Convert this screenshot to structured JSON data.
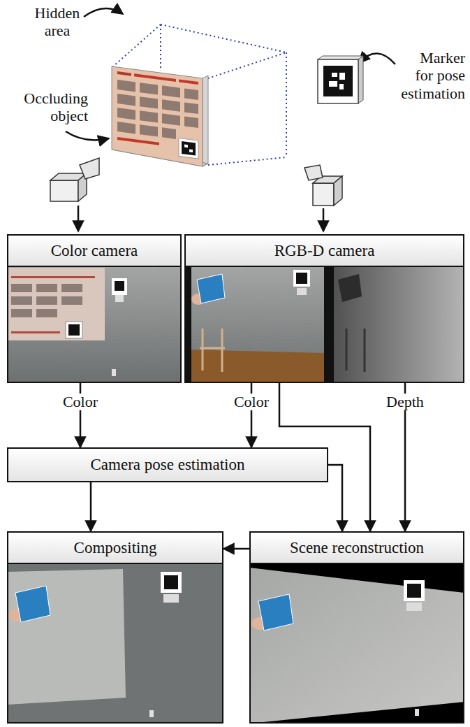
{
  "diagram": {
    "nodes": [
      {
        "text": [
          "Color camera"
        ]
      },
      {
        "text": [
          "RGB-D camera"
        ]
      },
      {
        "text": [
          "Camera pose estimation"
        ]
      },
      {
        "text": [
          "Compositing"
        ]
      },
      {
        "text": [
          "Scene reconstruction"
        ]
      }
    ],
    "edges": [
      {
        "from": 0,
        "to": 2,
        "label": "Color",
        "arrow": "to"
      },
      {
        "from": 1,
        "to": 2,
        "label": "Color",
        "arrow": "to"
      },
      {
        "from": 1,
        "to": 4,
        "arrow": "to"
      },
      {
        "from": 1,
        "to": 4,
        "label": "Depth",
        "arrow": "to"
      },
      {
        "from": 2,
        "to": 3,
        "arrow": "to"
      },
      {
        "from": 2,
        "to": 4,
        "arrow": "to"
      },
      {
        "from": 4,
        "to": 3,
        "arrow": "to"
      }
    ],
    "labels": [
      "Hidden area",
      "Occluding object",
      "Marker for pose estimation"
    ]
  }
}
